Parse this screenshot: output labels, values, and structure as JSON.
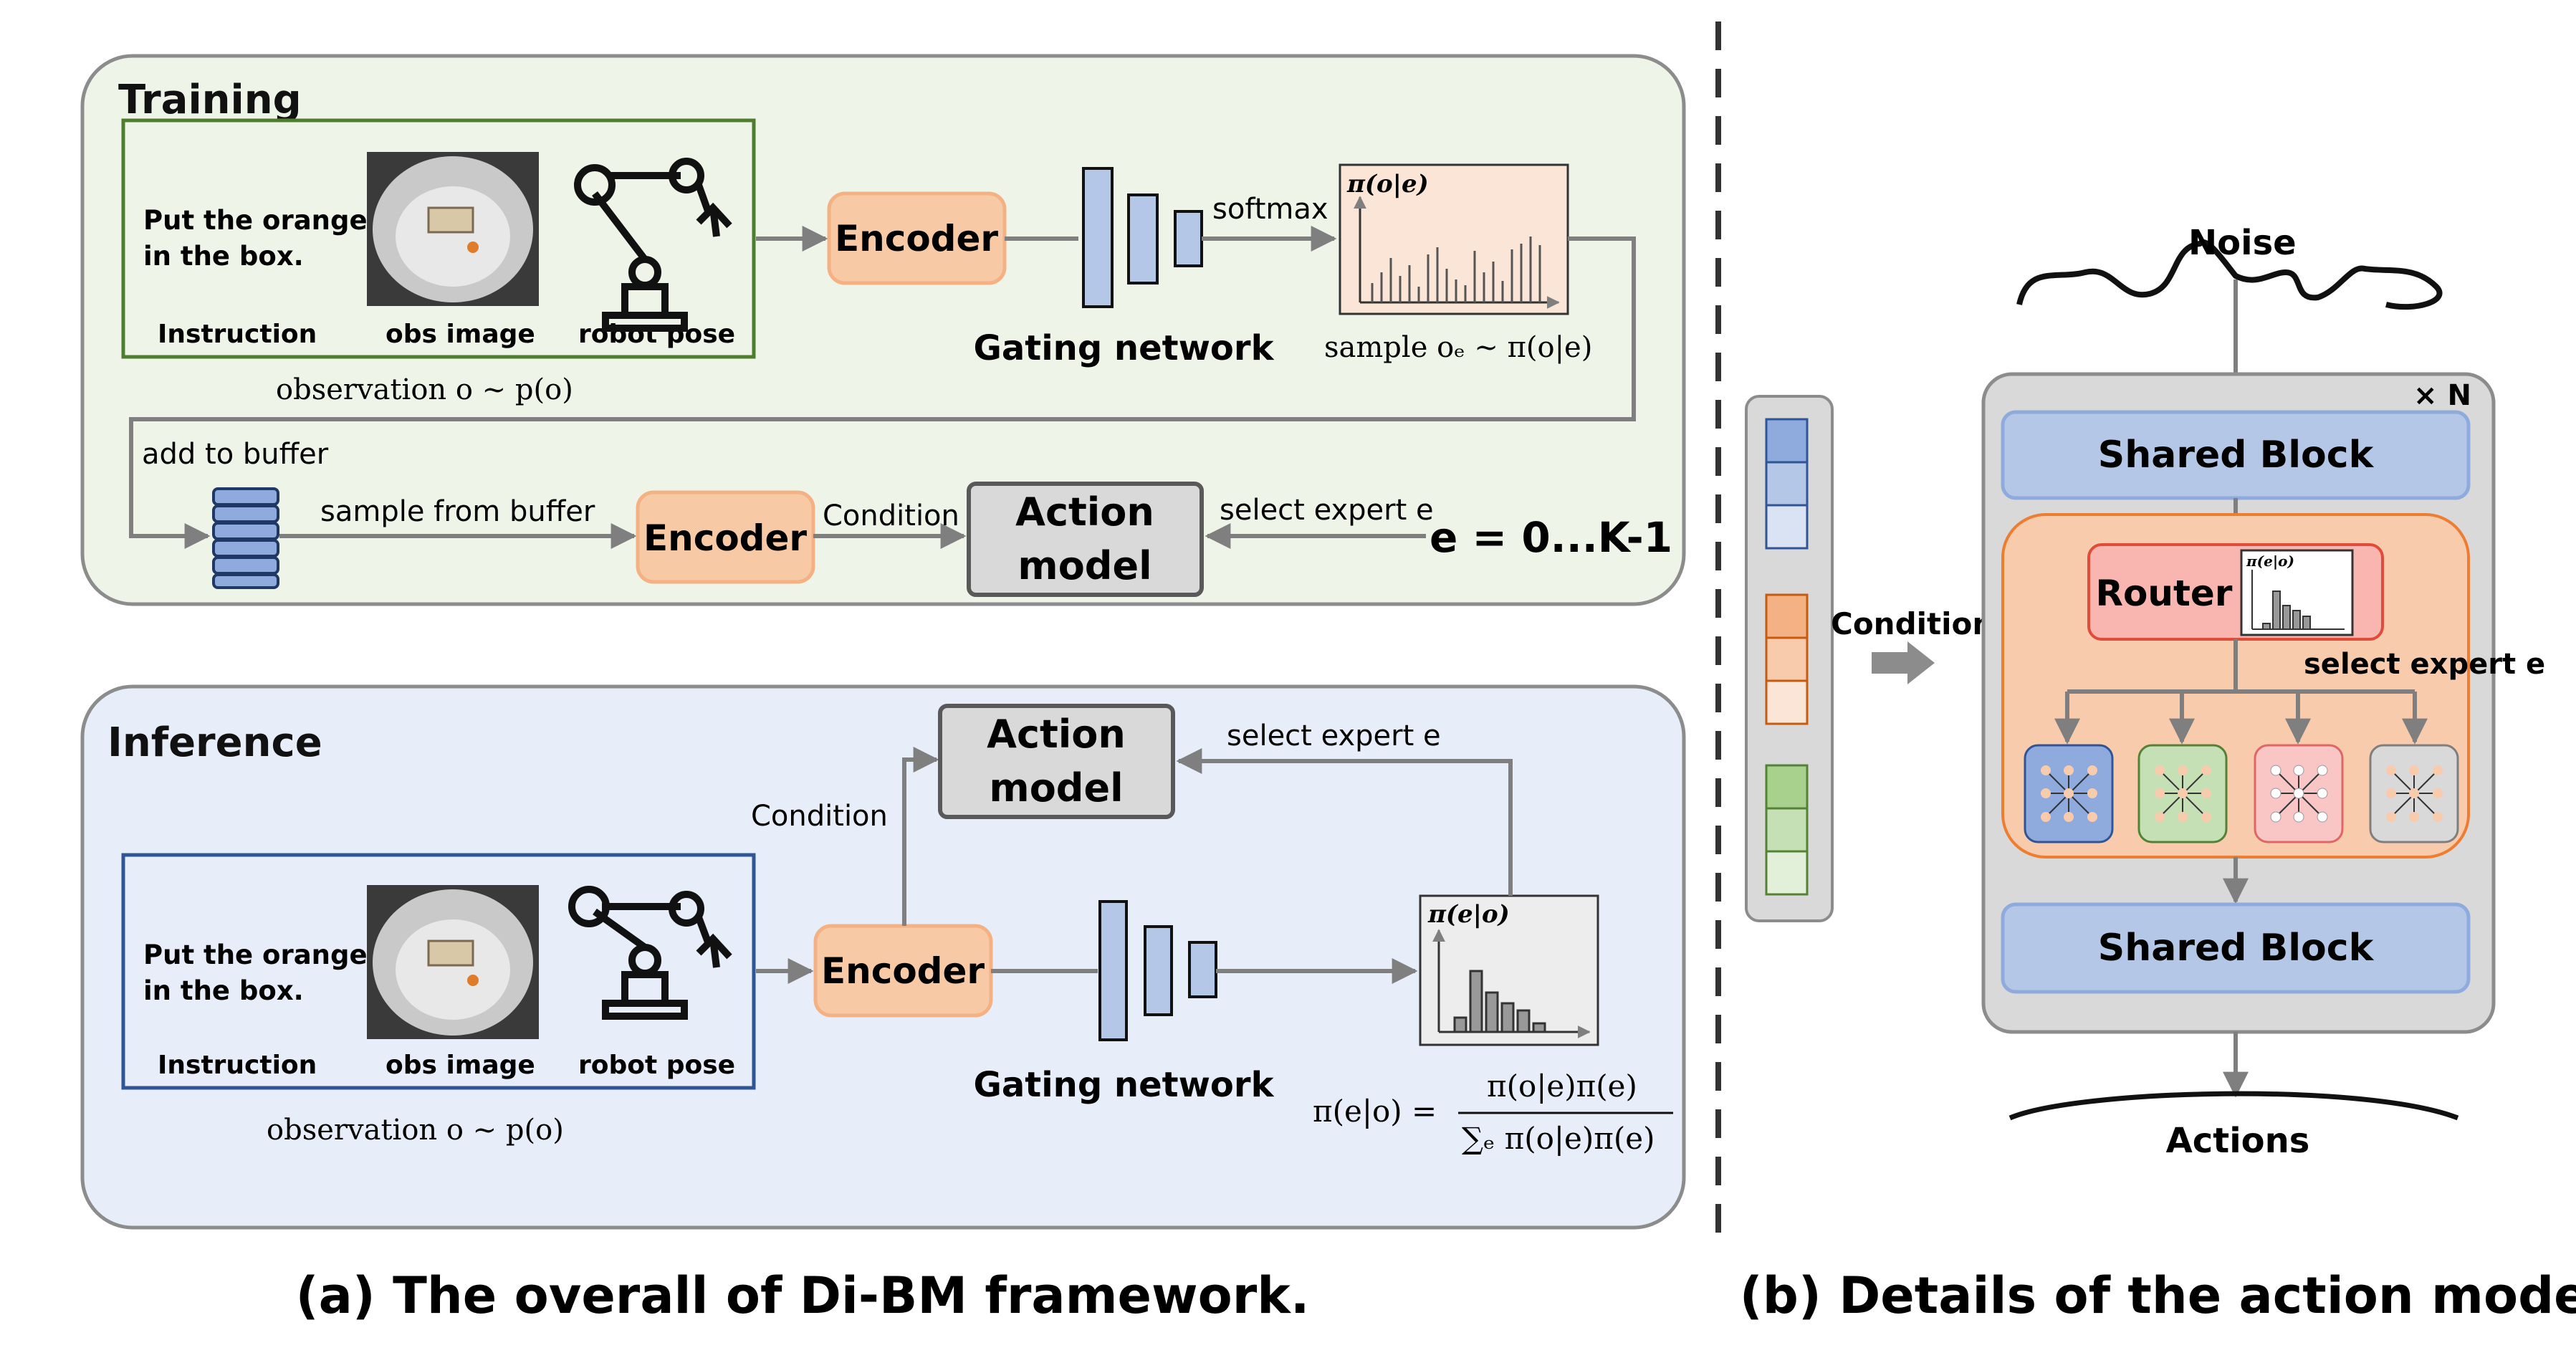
{
  "training": {
    "title": "Training",
    "instruction_line1": "Put the orange",
    "instruction_line2": "in the box.",
    "label_instruction": "Instruction",
    "label_obs": "obs image",
    "label_pose": "robot pose",
    "encoder": "Encoder",
    "softmax": "softmax",
    "gating": "Gating network",
    "dist_label": "π(o|e)",
    "sample": "sample oₑ ~ π(o|e)",
    "observation": "observation o ~ p(o)",
    "add_buffer": "add to buffer",
    "sample_buffer": "sample from buffer",
    "encoder2": "Encoder",
    "condition": "Condition",
    "action_line1": "Action",
    "action_line2": "model",
    "select_expert": "select expert e",
    "e_range": "e = 0...K-1"
  },
  "inference": {
    "title": "Inference",
    "instruction_line1": "Put the orange",
    "instruction_line2": "in the box.",
    "label_instruction": "Instruction",
    "label_obs": "obs image",
    "label_pose": "robot pose",
    "encoder": "Encoder",
    "gating": "Gating network",
    "condition": "Condition",
    "action_line1": "Action",
    "action_line2": "model",
    "select_expert": "select expert e",
    "dist_label": "π(e|o)",
    "observation": "observation o ~ p(o)",
    "formula_lhs": "π(e|o) =",
    "formula_num": "π(o|e)π(e)",
    "formula_den": "∑ₑ π(o|e)π(e)"
  },
  "right": {
    "noise": "Noise",
    "times_n": "× N",
    "shared1": "Shared Block",
    "router": "Router",
    "router_dist": "π(e|o)",
    "select_expert": "select expert e",
    "shared2": "Shared Block",
    "actions": "Actions",
    "condition": "Condition"
  },
  "captions": {
    "left": "(a) The overall of Di-BM framework.",
    "right": "(b) Details of the action model."
  },
  "colors": {
    "training_bg": "#eef5e8",
    "inference_bg": "#e7eef9",
    "encoder_fill": "#f8c9a5",
    "block_blue": "#b4c7e7",
    "moe_bg": "#f8cbad",
    "router_fill": "#f9b6b0",
    "action_fill": "#d9d9d9"
  }
}
